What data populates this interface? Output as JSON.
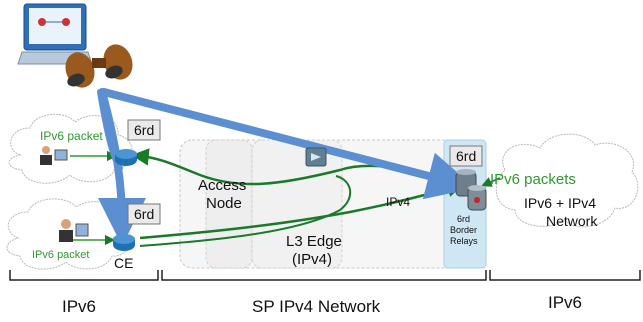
{
  "labels": {
    "ipv6_packet_top": "IPv6 packet",
    "ipv6_packet_bottom": "IPv6 packet",
    "tag_6rd_top": "6rd",
    "tag_6rd_mid": "6rd",
    "tag_6rd_border": "6rd",
    "access_node_line1": "Access",
    "access_node_line2": "Node",
    "ipv4_cloud": "IPv4",
    "l3_edge_line1": "L3 Edge",
    "l3_edge_line2": "(IPv4)",
    "ce": "CE",
    "border_relays_line1": "6rd",
    "border_relays_line2": "Border",
    "border_relays_line3": "Relays",
    "ipv6_packets_right": "IPv6 packets",
    "ipv6_ipv4_network_line1": "IPv6 + IPv4",
    "ipv6_ipv4_network_line2": "Network",
    "bottom_left": "IPv6",
    "bottom_mid": "SP IPv4 Network",
    "bottom_right": "IPv6"
  },
  "colors": {
    "blue_arrow": "#5b8fd1",
    "green_arrow": "#1a7a2a",
    "green_text": "#2f9a2f",
    "cloud_stroke": "#b8b8b8",
    "tag_fill": "#eaeaea",
    "relay_panel": "#cfe6f5",
    "router_blue": "#1e6fb3"
  },
  "icons": [
    "monitor-icon",
    "binoculars-icon",
    "router-icon",
    "user-computer-icon",
    "relay-server-icon",
    "switch-icon"
  ]
}
